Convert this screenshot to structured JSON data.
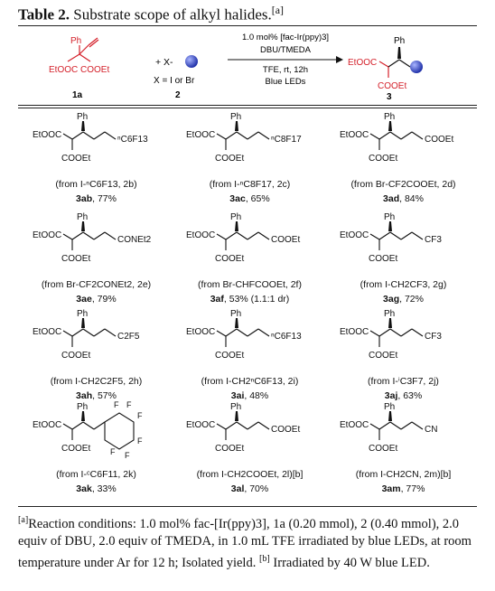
{
  "title": {
    "label": "Table 2.",
    "text": "Substrate scope of alkyl halides.",
    "note": "[a]"
  },
  "scheme": {
    "reactant1_ph": "Ph",
    "reactant1_esters": "EtOOC  COOEt",
    "reactant1_num": "1a",
    "reagent2_prefix": "+ X-",
    "reagent2_sub": "X = I or Br",
    "reagent2_num": "2",
    "cond_top1": "1.0 mol% [fac-Ir(ppy)3]",
    "cond_top2": "DBU/TMEDA",
    "cond_bot1": "TFE, rt, 12h",
    "cond_bot2": "Blue LEDs",
    "product_ester1": "EtOOC",
    "product_ph": "Ph",
    "product_ester2": "COOEt",
    "product_num": "3"
  },
  "entries": [
    {
      "src": "(from I-ⁿC6F13, 2b)",
      "code": "3ab",
      "yield": ", 77%",
      "tail": "ⁿC6F13"
    },
    {
      "src": "(from I-ⁿC8F17, 2c)",
      "code": "3ac",
      "yield": ", 65%",
      "tail": "ⁿC8F17"
    },
    {
      "src": "(from Br-CF2COOEt, 2d)",
      "code": "3ad",
      "yield": ", 84%",
      "tail": "COOEt"
    },
    {
      "src": "(from Br-CF2CONEt2, 2e)",
      "code": "3ae",
      "yield": ", 79%",
      "tail": "CONEt2"
    },
    {
      "src": "(from Br-CHFCOOEt, 2f)",
      "code": "3af",
      "yield": ", 53% (1.1:1 dr)",
      "tail": "COOEt"
    },
    {
      "src": "(from I-CH2CF3, 2g)",
      "code": "3ag",
      "yield": ", 72%",
      "tail": "CF3"
    },
    {
      "src": "(from I-CH2C2F5, 2h)",
      "code": "3ah",
      "yield": ", 57%",
      "tail": "C2F5"
    },
    {
      "src": "(from I-CH2ⁿC6F13, 2i)",
      "code": "3ai",
      "yield": ", 48%",
      "tail": "ⁿC6F13"
    },
    {
      "src": "(from I-ⁱC3F7, 2j)",
      "code": "3aj",
      "yield": ", 63%",
      "tail": "CF3"
    },
    {
      "src": "(from I-ᶜC6F11, 2k)",
      "code": "3ak",
      "yield": ", 33%",
      "tail": ""
    },
    {
      "src": "(from I-CH2COOEt, 2l)[b]",
      "code": "3al",
      "yield": ", 70%",
      "tail": "COOEt"
    },
    {
      "src": "(from I-CH2CN, 2m)[b]",
      "code": "3am",
      "yield": ", 77%",
      "tail": "CN"
    }
  ],
  "common": {
    "ph": "Ph",
    "ester_left": "EtOOC",
    "ester_bottom": "COOEt",
    "f": "F",
    "cf3": "CF3"
  },
  "footnote": {
    "a_mark": "[a]",
    "a_text": "Reaction conditions: 1.0 mol% fac-[Ir(ppy)3], 1a (0.20 mmol), 2 (0.40 mmol), 2.0 equiv of DBU, 2.0 equiv of TMEDA, in 1.0 mL TFE irradiated by blue LEDs, at room temperature under Ar for 12 h; Isolated yield.",
    "b_mark": "[b]",
    "b_text": "Irradiated by 40 W blue LED."
  },
  "colors": {
    "reactant": "#d4202a",
    "sphere": "#3a4fc9",
    "text": "#111111"
  }
}
